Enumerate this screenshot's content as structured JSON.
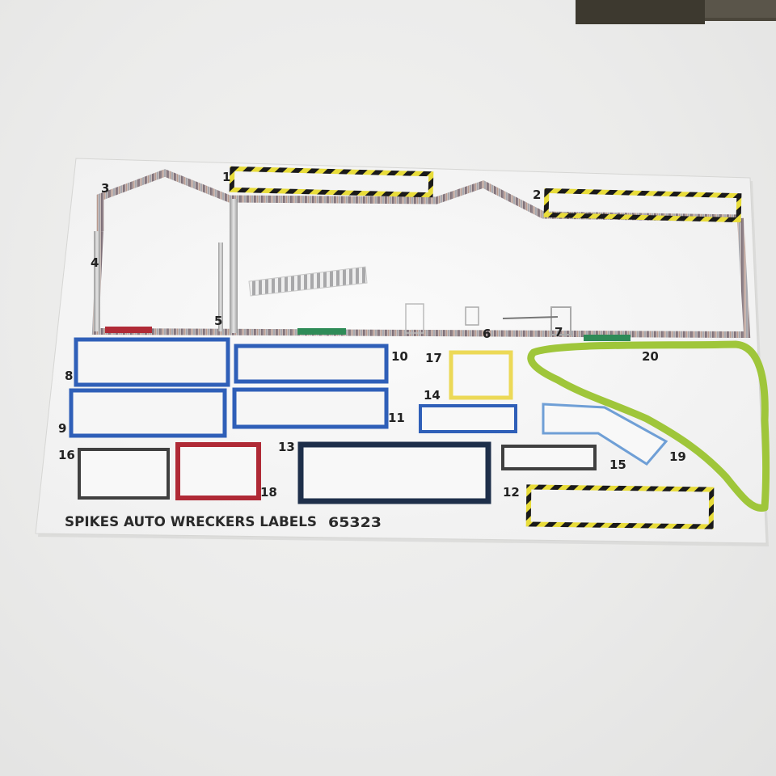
{
  "sheet": {
    "caption": "SPIKES AUTO WRECKERS LABELS",
    "code": "65323"
  },
  "labels": [
    {
      "num": "1"
    },
    {
      "num": "2"
    },
    {
      "num": "3"
    },
    {
      "num": "4"
    },
    {
      "num": "5"
    },
    {
      "num": "6"
    },
    {
      "num": "7"
    },
    {
      "num": "8"
    },
    {
      "num": "9"
    },
    {
      "num": "10"
    },
    {
      "num": "11"
    },
    {
      "num": "12"
    },
    {
      "num": "13"
    },
    {
      "num": "14"
    },
    {
      "num": "15"
    },
    {
      "num": "16"
    },
    {
      "num": "17"
    },
    {
      "num": "18"
    },
    {
      "num": "19"
    },
    {
      "num": "20"
    }
  ],
  "colors": {
    "blue": "#2f5fb8",
    "light_blue": "#6f9fd6",
    "navy": "#1e2f4a",
    "red": "#b02a36",
    "yellow": "#ecd957",
    "lime": "#9fc63a",
    "grey_frame": "#404040",
    "hazard_yellow": "#e8dc3a",
    "hazard_black": "#1a1a1a",
    "wall_green": "#2e8b57"
  }
}
